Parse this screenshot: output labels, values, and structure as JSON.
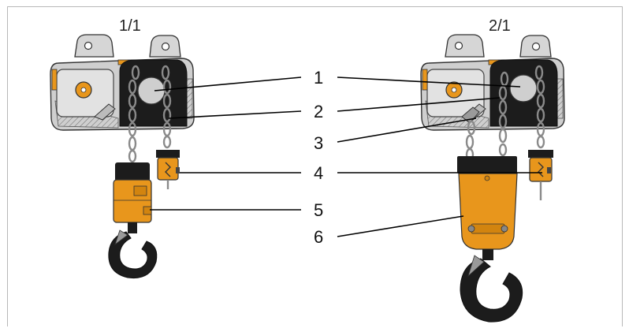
{
  "diagram": {
    "configurations": [
      {
        "id": "single-fall",
        "label": "1/1"
      },
      {
        "id": "double-fall",
        "label": "2/1"
      }
    ],
    "callouts": [
      "1",
      "2",
      "3",
      "4",
      "5",
      "6"
    ],
    "colors": {
      "housing": "#c9c9c9",
      "housing_dark": "#7a7a7a",
      "accent_orange": "#e8961c",
      "hook_black": "#1c1c1c",
      "chain": "#9a9a9a",
      "leader_line": "#000000"
    }
  }
}
